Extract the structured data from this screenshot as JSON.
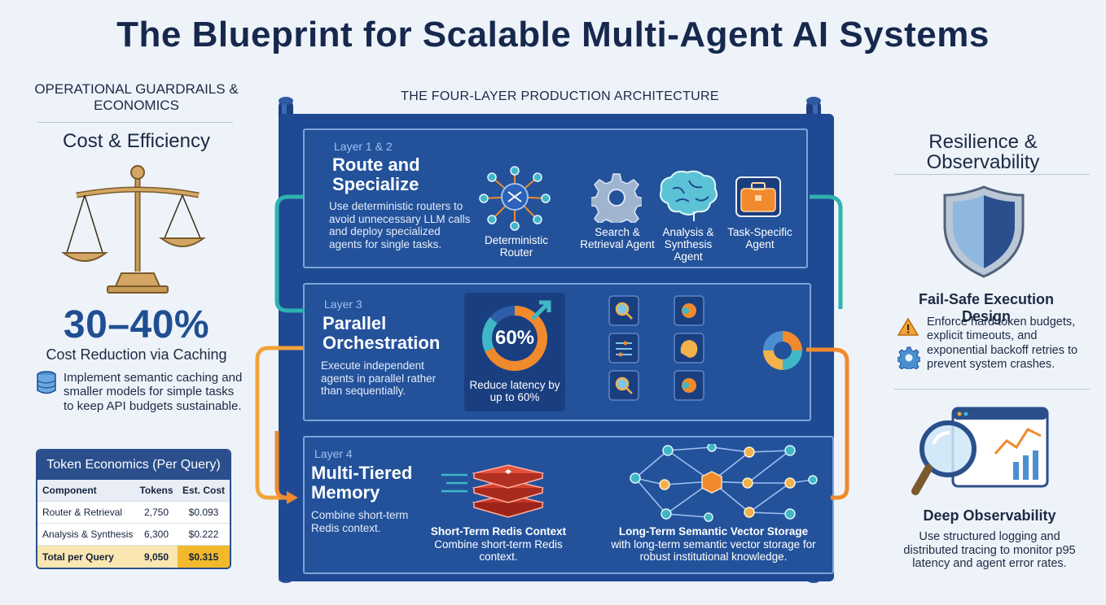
{
  "title": "The Blueprint for Scalable Multi-Agent AI Systems",
  "left": {
    "section_label": "OPERATIONAL GUARDRAILS & ECONOMICS",
    "heading": "Cost & Efficiency",
    "stat": "30–40%",
    "stat_label": "Cost Reduction via Caching",
    "stat_desc": "Implement semantic caching and smaller models for simple tasks to keep API budgets sustainable."
  },
  "token_table": {
    "title": "Token Economics (Per Query)",
    "headers": [
      "Component",
      "Tokens",
      "Est. Cost"
    ],
    "rows": [
      [
        "Router & Retrieval",
        "2,750",
        "$0.093"
      ],
      [
        "Analysis & Synthesis",
        "6,300",
        "$0.222"
      ]
    ],
    "total": [
      "Total per Query",
      "9,050",
      "$0.315"
    ]
  },
  "architecture": {
    "label": "THE FOUR-LAYER PRODUCTION ARCHITECTURE",
    "layer12": {
      "tag": "Layer 1 & 2",
      "title": "Route and Specialize",
      "desc": "Use deterministic routers to avoid unnecessary LLM calls and deploy specialized agents for single tasks.",
      "router_label": "Deterministic Router",
      "agents": [
        "Search & Retrieval Agent",
        "Analysis & Synthesis Agent",
        "Task-Specific Agent"
      ]
    },
    "layer3": {
      "tag": "Layer 3",
      "title": "Parallel Orchestration",
      "desc": "Execute independent agents in parallel rather than sequentially.",
      "gauge_value": "60%",
      "gauge_label": "Reduce latency by up to 60%"
    },
    "layer4": {
      "tag": "Layer 4",
      "title": "Multi-Tiered Memory",
      "desc": "Combine short-term Redis context.",
      "redis_title": "Short-Term Redis Context",
      "redis_desc": "Combine short-term Redis context.",
      "vector_title": "Long-Term Semantic Vector Storage",
      "vector_desc": "with long-term semantic vector storage for robust institutional knowledge."
    }
  },
  "right": {
    "heading": "Resilience & Observability",
    "fail_title": "Fail-Safe Execution Design",
    "fail_desc": "Enforce hard token budgets, explicit timeouts, and exponential backoff retries to prevent system crashes.",
    "obs_title": "Deep Observability",
    "obs_desc": "Use structured logging and distributed tracing to monitor p95 latency and agent error rates."
  },
  "colors": {
    "navy": "#16284d",
    "board": "#1f4a93",
    "accent_orange": "#f08a2c",
    "accent_teal": "#2fb3b0",
    "highlight": "#f3b92c"
  }
}
